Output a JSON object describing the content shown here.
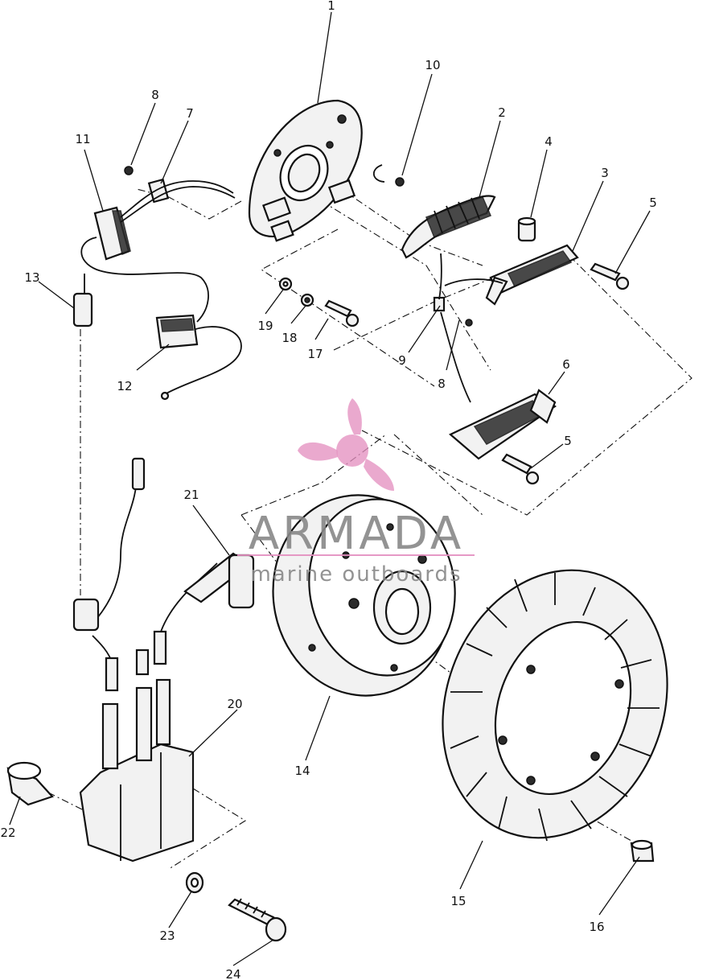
{
  "callouts": [
    {
      "id": "c1",
      "text": "1"
    },
    {
      "id": "c2",
      "text": "2"
    },
    {
      "id": "c3",
      "text": "3"
    },
    {
      "id": "c4",
      "text": "4"
    },
    {
      "id": "c5a",
      "text": "5"
    },
    {
      "id": "c5b",
      "text": "5"
    },
    {
      "id": "c6",
      "text": "6"
    },
    {
      "id": "c7",
      "text": "7"
    },
    {
      "id": "c8a",
      "text": "8"
    },
    {
      "id": "c8b",
      "text": "8"
    },
    {
      "id": "c9",
      "text": "9"
    },
    {
      "id": "c10",
      "text": "10"
    },
    {
      "id": "c11",
      "text": "11"
    },
    {
      "id": "c12",
      "text": "12"
    },
    {
      "id": "c13",
      "text": "13"
    },
    {
      "id": "c14",
      "text": "14"
    },
    {
      "id": "c15",
      "text": "15"
    },
    {
      "id": "c16",
      "text": "16"
    },
    {
      "id": "c17",
      "text": "17"
    },
    {
      "id": "c18",
      "text": "18"
    },
    {
      "id": "c19",
      "text": "19"
    },
    {
      "id": "c20",
      "text": "20"
    },
    {
      "id": "c21",
      "text": "21"
    },
    {
      "id": "c22",
      "text": "22"
    },
    {
      "id": "c23",
      "text": "23"
    },
    {
      "id": "c24",
      "text": "24"
    }
  ],
  "watermark": {
    "brand": "ARMADA",
    "tagline": "marine outboards",
    "color": "#e48fc0",
    "text_color": "#888888"
  },
  "colors": {
    "ink": "#111111",
    "paper": "#ffffff"
  }
}
